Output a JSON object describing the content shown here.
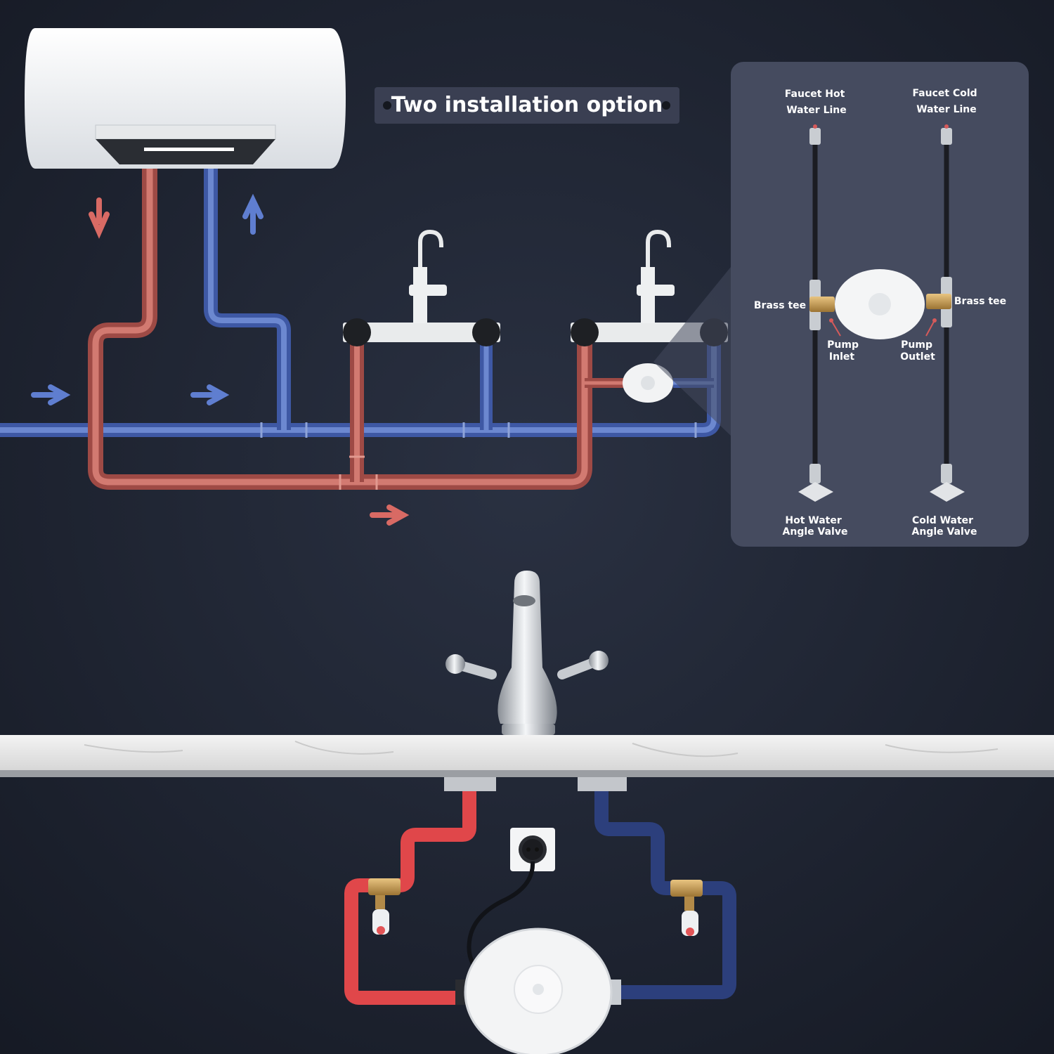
{
  "banner": {
    "title": "Two installation option"
  },
  "detail_panel": {
    "labels": {
      "faucet_hot_line": [
        "Faucet Hot",
        "Water Line"
      ],
      "faucet_cold_line": [
        "Faucet Cold",
        "Water Line"
      ],
      "brass_tee_left": "Brass tee",
      "brass_tee_right": "Brass tee",
      "pump_inlet": [
        "Pump",
        "Inlet"
      ],
      "pump_outlet": [
        "Pump",
        "Outlet"
      ],
      "hot_angle_valve": [
        "Hot Water",
        "Angle Valve"
      ],
      "cold_angle_valve": [
        "Cold Water",
        "Angle Valve"
      ]
    }
  },
  "colors": {
    "background": "#1c2130",
    "hot_pipe": "#c8645c",
    "cold_pipe": "#5b78c4",
    "hot_hose": "#e0474a",
    "cold_hose": "#2c3f7c",
    "panel": "#454b5f",
    "banner": "#3a3f52",
    "brass": "#c9a05a"
  },
  "icons": {
    "water_heater": "water-heater-icon",
    "pump": "circulation-pump-icon",
    "faucet": "faucet-icon",
    "outlet": "power-outlet-icon",
    "arrows": "flow-arrow-icon"
  }
}
